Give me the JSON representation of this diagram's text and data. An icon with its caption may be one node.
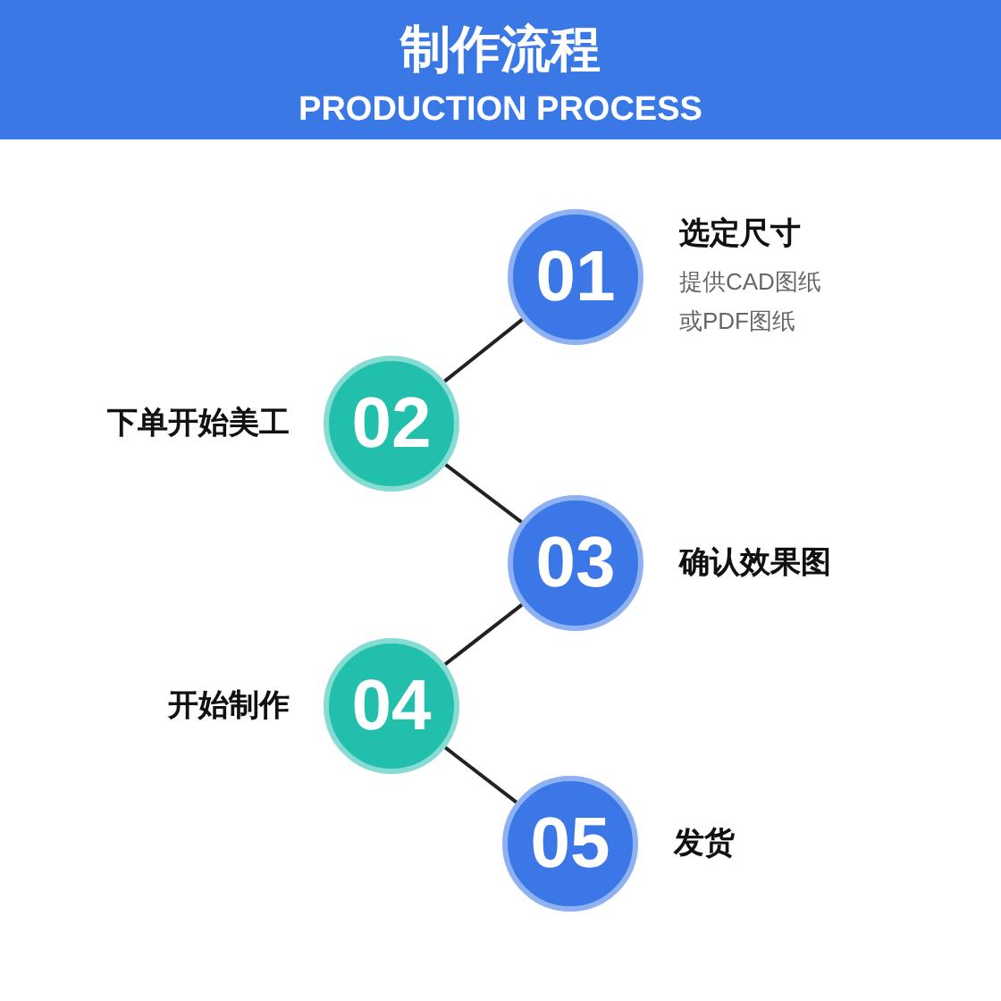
{
  "diagram": {
    "title": "制作流程",
    "nodes": [
      {
        "text": [
          "01"
        ],
        "beside": [
          "选定尺寸",
          "提供CAD图纸或PDF图纸"
        ]
      },
      {
        "text": [
          "02"
        ],
        "beside": [
          "下单开始美工"
        ]
      },
      {
        "text": [
          "03"
        ],
        "beside": [
          "确认效果图"
        ]
      },
      {
        "text": [
          "04"
        ],
        "beside": [
          "开始制作"
        ]
      },
      {
        "text": [
          "05"
        ],
        "beside": [
          "发货"
        ]
      }
    ],
    "edges": [
      {
        "from": 0,
        "to": 1,
        "arrow": "none"
      },
      {
        "from": 1,
        "to": 2,
        "arrow": "none"
      },
      {
        "from": 2,
        "to": 3,
        "arrow": "none"
      },
      {
        "from": 3,
        "to": 4,
        "arrow": "none"
      }
    ],
    "labels": [
      "PRODUCTION PROCESS"
    ]
  }
}
